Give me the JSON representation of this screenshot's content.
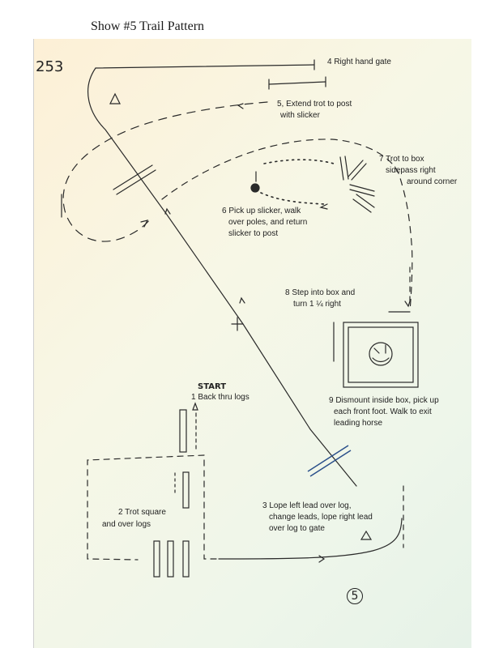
{
  "header": {
    "title": "Show #5 Trail Pattern"
  },
  "marks": {
    "number": "253",
    "circled_number": "5"
  },
  "steps": {
    "s1_start": "START",
    "s1": "1 Back thru logs",
    "s2_line1": "2 Trot square",
    "s2_line2": "and  over logs",
    "s3_line1": "3 Lope left lead over log,",
    "s3_line2": "change leads, lope right lead",
    "s3_line3": "over log to gate",
    "s4": "4 Right hand gate",
    "s5_line1": "5, Extend trot to post",
    "s5_line2": "with slicker",
    "s6_line1": "6  Pick up slicker, walk",
    "s6_line2": "over poles, and return",
    "s6_line3": "slicker to post",
    "s7_line1": "7  Trot to box",
    "s7_line2": "sidepass right",
    "s7_line3": "around corner",
    "s8_line1": "8 Step into box and",
    "s8_line2": "turn 1 ¼ right",
    "s9_line1": "9 Dismount inside box, pick up",
    "s9_line2": "each front foot.  Walk to exit",
    "s9_line3": "leading horse"
  },
  "colors": {
    "ink": "#2a2a2a",
    "pen": "#3a3f4a",
    "log_blue": "#2a4f8a"
  }
}
